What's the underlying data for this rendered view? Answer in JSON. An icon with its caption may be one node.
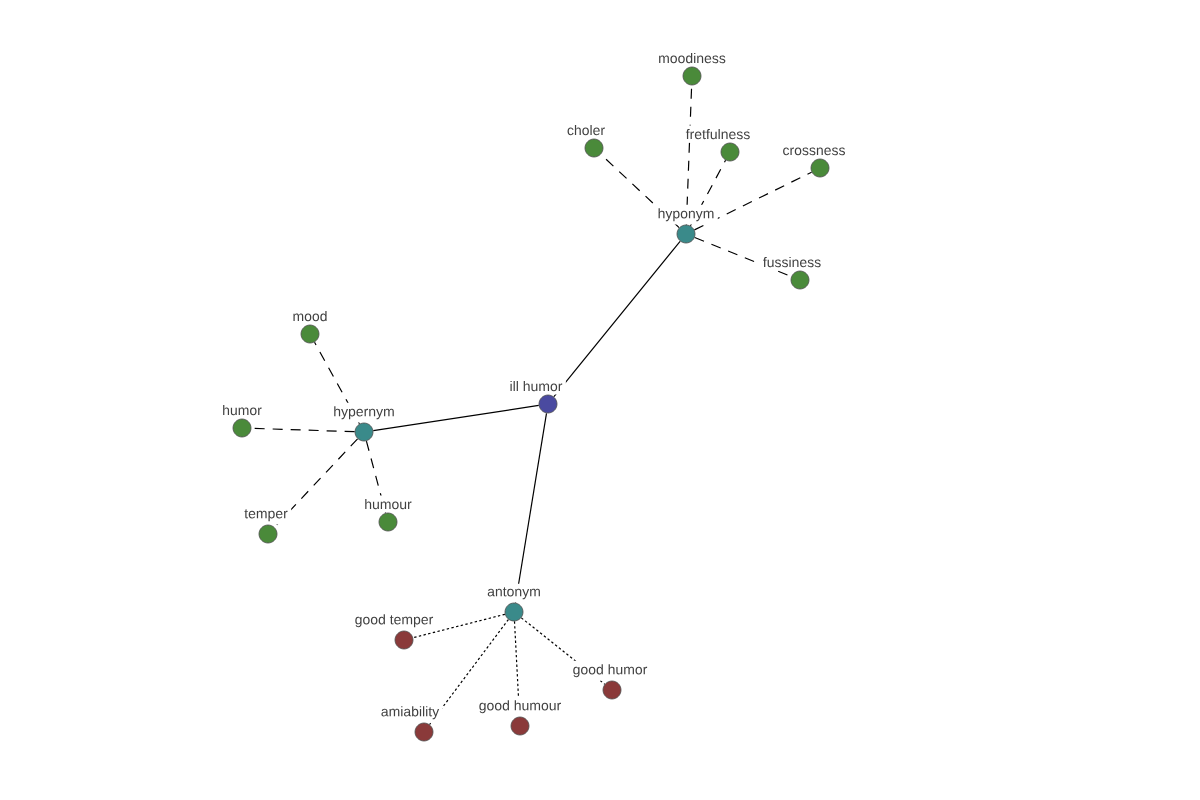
{
  "diagram": {
    "nodes": [
      {
        "text": [
          "ill humor"
        ]
      },
      {
        "text": [
          "hypernym"
        ]
      },
      {
        "text": [
          "mood"
        ]
      },
      {
        "text": [
          "humor"
        ]
      },
      {
        "text": [
          "temper"
        ]
      },
      {
        "text": [
          "humour"
        ]
      },
      {
        "text": [
          "hyponym"
        ]
      },
      {
        "text": [
          "moodiness"
        ]
      },
      {
        "text": [
          "choler"
        ]
      },
      {
        "text": [
          "fretfulness"
        ]
      },
      {
        "text": [
          "crossness"
        ]
      },
      {
        "text": [
          "fussiness"
        ]
      },
      {
        "text": [
          "antonym"
        ]
      },
      {
        "text": [
          "good temper"
        ]
      },
      {
        "text": [
          "good humor"
        ]
      },
      {
        "text": [
          "amiability"
        ]
      },
      {
        "text": [
          "good humour"
        ]
      }
    ],
    "edges": [
      {
        "from": 0,
        "to": 1,
        "arrow": "none"
      },
      {
        "from": 0,
        "to": 6,
        "arrow": "none"
      },
      {
        "from": 0,
        "to": 12,
        "arrow": "none"
      },
      {
        "from": 1,
        "to": 2,
        "arrow": "none",
        "style": "dashed"
      },
      {
        "from": 1,
        "to": 3,
        "arrow": "none",
        "style": "dashed"
      },
      {
        "from": 1,
        "to": 4,
        "arrow": "none",
        "style": "dashed"
      },
      {
        "from": 1,
        "to": 5,
        "arrow": "none",
        "style": "dashed"
      },
      {
        "from": 6,
        "to": 7,
        "arrow": "none",
        "style": "dashed"
      },
      {
        "from": 6,
        "to": 8,
        "arrow": "none",
        "style": "dashed"
      },
      {
        "from": 6,
        "to": 9,
        "arrow": "none",
        "style": "dashed"
      },
      {
        "from": 6,
        "to": 10,
        "arrow": "none",
        "style": "dashed"
      },
      {
        "from": 6,
        "to": 11,
        "arrow": "none",
        "style": "dashed"
      },
      {
        "from": 12,
        "to": 13,
        "arrow": "none",
        "style": "dashed"
      },
      {
        "from": 12,
        "to": 14,
        "arrow": "none",
        "style": "dashed"
      },
      {
        "from": 12,
        "to": 15,
        "arrow": "none",
        "style": "dashed"
      },
      {
        "from": 12,
        "to": 16,
        "arrow": "none",
        "style": "dashed"
      }
    ]
  }
}
